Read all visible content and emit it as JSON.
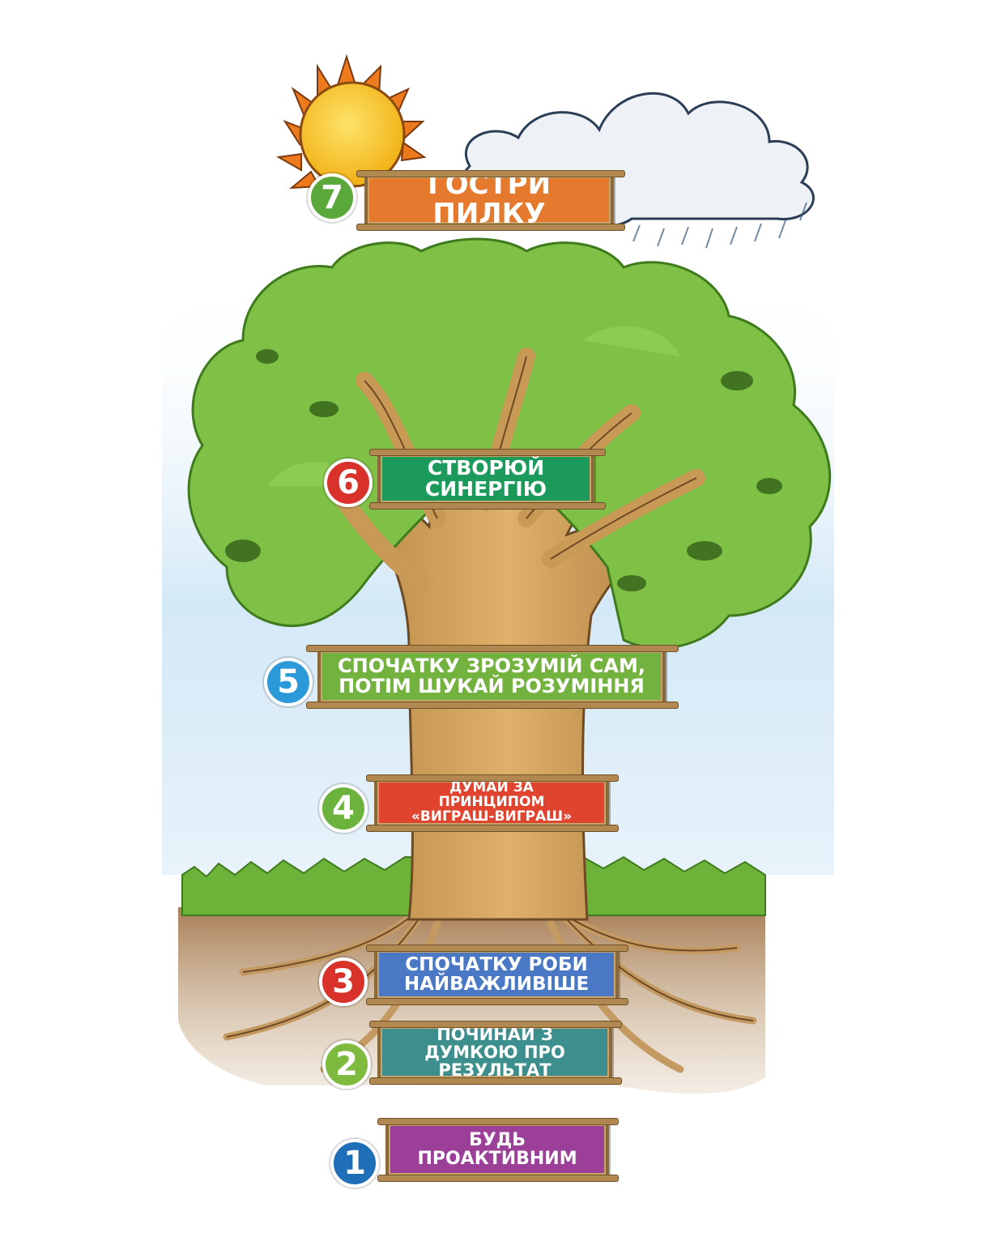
{
  "habits": [
    {
      "number": "7",
      "label": "ГОСТРИ ПИЛКУ",
      "sign_color": "#e57a2e",
      "num_color": "#5aa83a"
    },
    {
      "number": "6",
      "label": "СТВОРЮЙ СИНЕРГІЮ",
      "sign_color": "#1b9a5b",
      "num_color": "#d9322b"
    },
    {
      "number": "5",
      "label": "СПОЧАТКУ ЗРОЗУМІЙ САМ, ПОТІМ ШУКАЙ РОЗУМІННЯ",
      "sign_color": "#73b23f",
      "num_color": "#2c9ad8"
    },
    {
      "number": "4",
      "label": "ДУМАЙ ЗА ПРИНЦИПОМ «ВИГРАШ-ВИГРАШ»",
      "sign_color": "#e0432e",
      "num_color": "#6cb33e"
    },
    {
      "number": "3",
      "label": "СПОЧАТКУ РОБИ НАЙВАЖЛИВІШЕ",
      "sign_color": "#4a78c4",
      "num_color": "#d9322b"
    },
    {
      "number": "2",
      "label": "ПОЧИНАЙ З ДУМКОЮ ПРО РЕЗУЛЬТАТ",
      "sign_color": "#3c8f8c",
      "num_color": "#7dba3e"
    },
    {
      "number": "1",
      "label": "БУДЬ ПРОАКТИВНИМ",
      "sign_color": "#9b3f98",
      "num_color": "#1f6fb8"
    }
  ],
  "palette": {
    "sky": "#cfe6f6",
    "foliage": "#7fc046",
    "foliage_dark": "#4f8f26",
    "trunk": "#d2a45c",
    "trunk_dark": "#9a6d33",
    "grass": "#6db33a",
    "soil": "#a97f57",
    "sun": "#f7c11c",
    "sun_rays": "#ee7a1e",
    "cloud": "#eef2f6",
    "frame": "#8a6a3a"
  },
  "illustration": {
    "sun": "sun-icon",
    "cloud": "cloud-icon",
    "tree": "tree-illustration"
  }
}
